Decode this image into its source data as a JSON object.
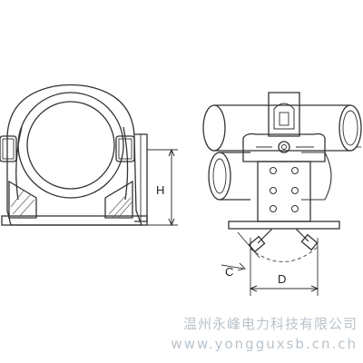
{
  "dimensions": {
    "height_label": "H",
    "angle_label": "C",
    "diameter_label": "D"
  },
  "watermark": {
    "company": "温州永峰电力科技有限公司",
    "url": "www.yongguxsb.cn.ch"
  },
  "colors": {
    "line": "#333333",
    "dash": "#555555",
    "watermark": "#b9c3cc"
  }
}
